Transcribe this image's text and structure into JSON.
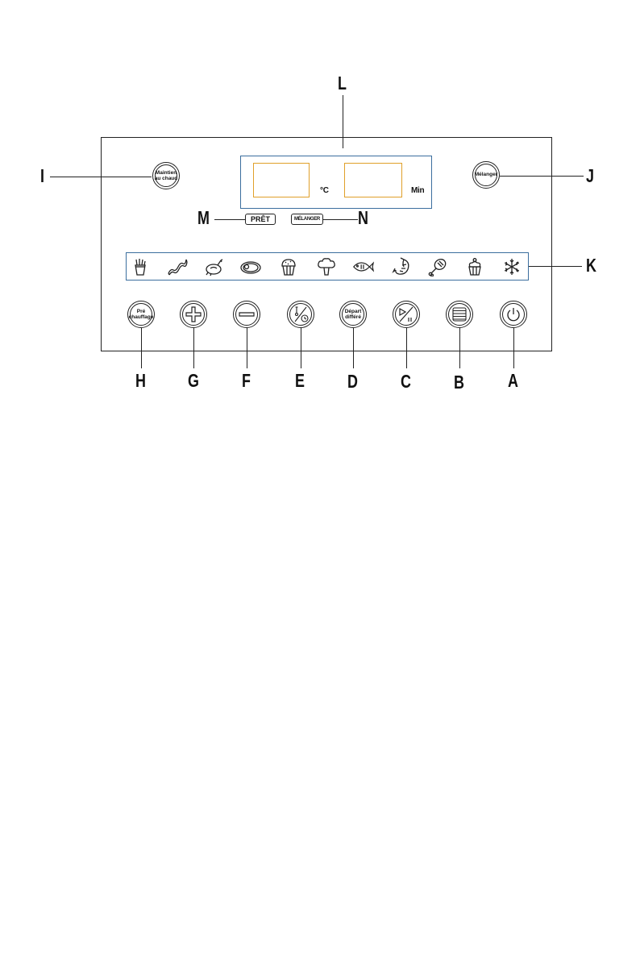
{
  "callouts": {
    "A": "A",
    "B": "B",
    "C": "C",
    "D": "D",
    "E": "E",
    "F": "F",
    "G": "G",
    "H": "H",
    "I": "I",
    "J": "J",
    "K": "K",
    "L": "L",
    "M": "M",
    "N": "N"
  },
  "display": {
    "temp_unit": "°C",
    "time_unit": "Min"
  },
  "indicators": {
    "ready": "PRÊT",
    "mix": "MÉLANGER"
  },
  "buttons": {
    "keep_warm": [
      "Maintien",
      "au chaud"
    ],
    "mix": "Mélanger",
    "preheat": [
      "Pré",
      "chauffage"
    ],
    "delayed_start": [
      "Départ",
      "différé"
    ]
  },
  "modes": [
    "fries-icon",
    "bacon-icon",
    "chicken-icon",
    "steak-icon",
    "muffin-icon",
    "vegetable-icon",
    "fish-icon",
    "shrimp-icon",
    "drumstick-icon",
    "cake-icon",
    "frozen-icon"
  ]
}
